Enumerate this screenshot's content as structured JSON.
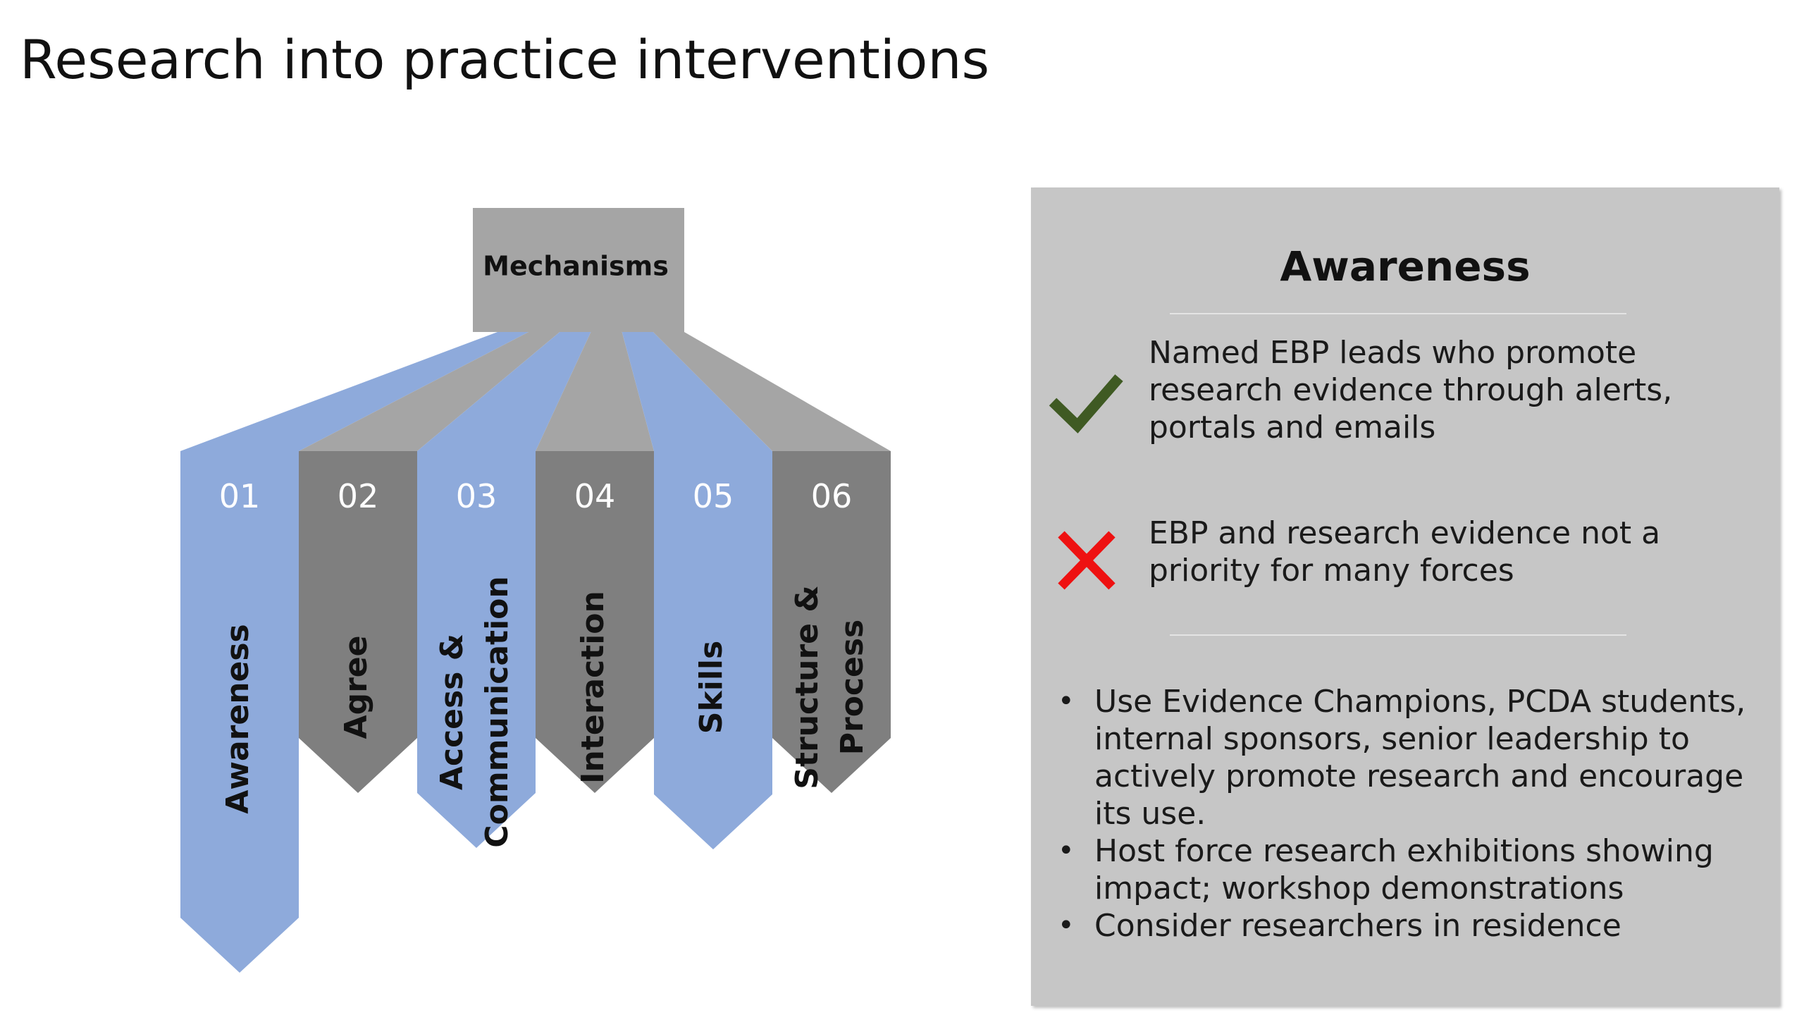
{
  "title": "Research into practice interventions",
  "diagram": {
    "root_label": "Mechanisms",
    "pillars": [
      {
        "number": "01",
        "label_lines": [
          "Awareness"
        ],
        "color": "#8eaadb"
      },
      {
        "number": "02",
        "label_lines": [
          "Agree"
        ],
        "color": "#7f7f7f"
      },
      {
        "number": "03",
        "label_lines": [
          "Access &",
          "Communication"
        ],
        "color": "#8eaadb"
      },
      {
        "number": "04",
        "label_lines": [
          "Interaction"
        ],
        "color": "#7f7f7f"
      },
      {
        "number": "05",
        "label_lines": [
          "Skills"
        ],
        "color": "#8eaadb"
      },
      {
        "number": "06",
        "label_lines": [
          "Structure &",
          "Process"
        ],
        "color": "#7f7f7f"
      }
    ],
    "colors": {
      "root": "#a5a5a5",
      "blue": "#8eaadb",
      "gray": "#7f7f7f",
      "connector_gray": "#a5a5a5"
    }
  },
  "panel": {
    "heading": "Awareness",
    "pro": {
      "icon": "check-icon",
      "color": "#3f5a23",
      "text": "Named EBP leads who promote research evidence through alerts, portals and emails"
    },
    "con": {
      "icon": "cross-icon",
      "color": "#ee1111",
      "text": "EBP and research evidence not a priority for many forces"
    },
    "bullet_symbol": "•",
    "bullets": [
      "Use Evidence Champions, PCDA students, internal sponsors, senior leadership to actively promote research and encourage its use.",
      "Host force research exhibitions showing impact; workshop demonstrations",
      "Consider researchers in residence"
    ]
  }
}
